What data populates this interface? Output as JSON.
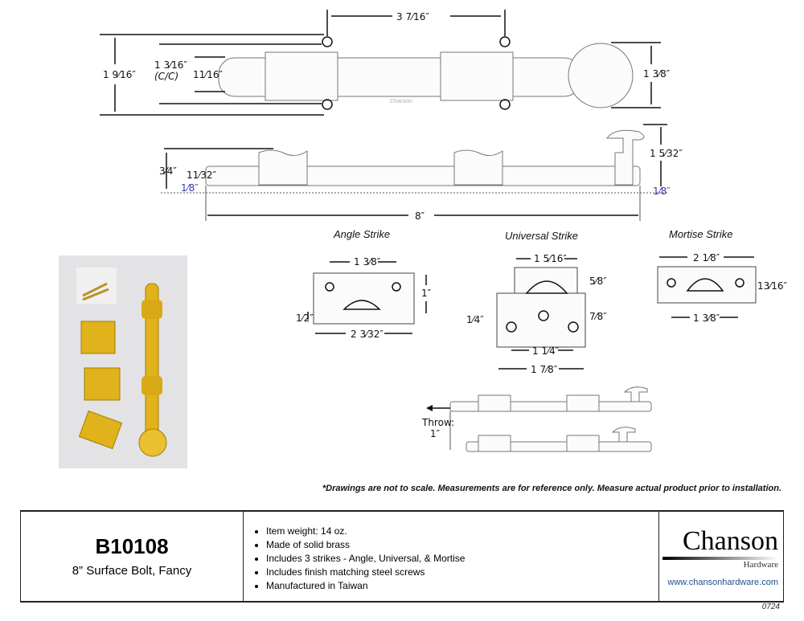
{
  "top_view": {
    "span_cc": "3 7⁄16″",
    "overall_height": "1 9⁄16″",
    "screw_cc": "1 3⁄16″",
    "cc_note": "(C/C)",
    "bar_dia": "11⁄16″",
    "knob_dia": "1 3⁄8″",
    "watermark": "Chanson"
  },
  "side_view": {
    "height": "3⁄4″",
    "bar_height": "11⁄32″",
    "base_offset": "1⁄8″",
    "knob_height": "1 5⁄32″",
    "right_offset": "1⁄8″",
    "length": "8″"
  },
  "angle_strike": {
    "title": "Angle Strike",
    "hole_cc": "1 3⁄8″",
    "height": "1″",
    "lip": "1⁄2″",
    "width": "2 3⁄32″"
  },
  "universal_strike": {
    "title": "Universal Strike",
    "top_width": "1 5⁄16″",
    "top_height": "5⁄8″",
    "body_height": "7⁄8″",
    "hole_offset": "1⁄4″",
    "hole_cc": "1 1⁄4″",
    "width": "1 7⁄8″"
  },
  "mortise_strike": {
    "title": "Mortise Strike",
    "width": "2 1⁄8″",
    "height": "13⁄16″",
    "hole_cc": "1 3⁄8″"
  },
  "throw": {
    "label": "Throw:",
    "value": "1″"
  },
  "disclaimer": "*Drawings are not to scale. Measurements are for reference only. Measure actual product prior to installation.",
  "product": {
    "sku": "B10108",
    "description": "8” Surface Bolt, Fancy"
  },
  "features": [
    "Item weight: 14 oz.",
    "Made of solid brass",
    "Includes 3 strikes - Angle, Universal, & Mortise",
    "Includes finish matching steel screws",
    "Manufactured in Taiwan"
  ],
  "brand": {
    "name": "Chanson",
    "sub": "Hardware",
    "url": "www.chansonhardware.com"
  },
  "doc_code": "0724",
  "colors": {
    "brass": "#e0b21c",
    "dim_blue": "#3a3ab0",
    "link": "#1f4e8c"
  }
}
